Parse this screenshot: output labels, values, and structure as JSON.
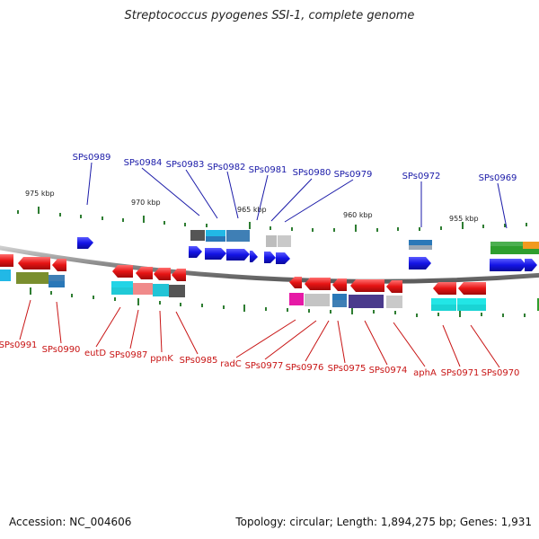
{
  "title": "Streptococcus pyogenes SSI-1, complete genome",
  "footer": {
    "accession": "Accession: NC_004606",
    "summary": "Topology: circular; Length: 1,894,275 bp; Genes: 1,931"
  },
  "scale_labels": [
    "975 kbp",
    "970 kbp",
    "965 kbp",
    "960 kbp",
    "955 kbp"
  ],
  "upper_labels": [
    "SPs0989",
    "SPs0984",
    "SPs0983",
    "SPs0982",
    "SPs0981",
    "SPs0980",
    "SPs0979",
    "SPs0972",
    "SPs0969"
  ],
  "lower_labels": [
    "SPs0991",
    "SPs0990",
    "eutD",
    "SPs0987",
    "ppnK",
    "SPs0985",
    "radC",
    "SPs0977",
    "SPs0976",
    "SPs0975",
    "SPs0974",
    "aphA",
    "SPs0971",
    "SPs0970"
  ],
  "colors": {
    "upper_label": "#1a1aa8",
    "lower_label": "#c81414",
    "backbone": "#8c8c8c",
    "tick": "#2e7d32",
    "forward_gene": "#1414e6",
    "reverse_gene": "#e61414"
  }
}
